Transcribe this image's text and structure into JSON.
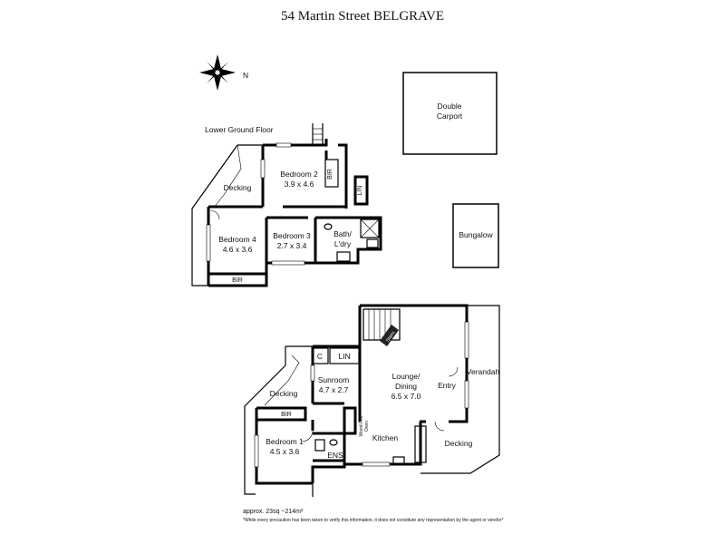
{
  "title": "54 Martin Street BELGRAVE",
  "compass": {
    "north_label": "N",
    "icon": "compass-rose-icon"
  },
  "lower_ground_floor": {
    "heading": "Lower Ground Floor",
    "decking": "Decking",
    "bedroom2": {
      "name": "Bedroom 2",
      "size": "3.9 x 4.6"
    },
    "bir_bed2": "BIR",
    "lin": "LIN",
    "bedroom4": {
      "name": "Bedroom 4",
      "size": "4.6 x 3.6"
    },
    "bedroom3": {
      "name": "Bedroom 3",
      "size": "2.7 x 3.4"
    },
    "bath": {
      "line1": "Bath/",
      "line2": "L'dry"
    },
    "bir_bed4": "BIR"
  },
  "outbuildings": {
    "carport": {
      "line1": "Double",
      "line2": "Carport"
    },
    "bungalow": "Bungalow"
  },
  "main_floor": {
    "c": "C",
    "lin": "LIN",
    "sunroom": {
      "name": "Sunroom",
      "size": "4.7 x 2.7"
    },
    "lounge": {
      "name": "Lounge/",
      "name2": "Dining",
      "size": "6.5 x 7.0"
    },
    "verandah": "Verandah",
    "entry": "Entry",
    "decking_left": "Decking",
    "bir": "BIR",
    "bedroom1": {
      "name": "Bedroom 1",
      "size": "4.5 x 3.6"
    },
    "wood_fire": {
      "line1": "Wood Fire",
      "line2": "Oven"
    },
    "kitchen": "Kitchen",
    "ens": "ENS",
    "decking_right": "Decking",
    "stair_label": "Stairs"
  },
  "footer": {
    "area": "approx. 23sq ~214m²",
    "disclaimer": "*While every precaution has been taken to verify this information, it does not constitute any representation by the agent or vendor*"
  }
}
